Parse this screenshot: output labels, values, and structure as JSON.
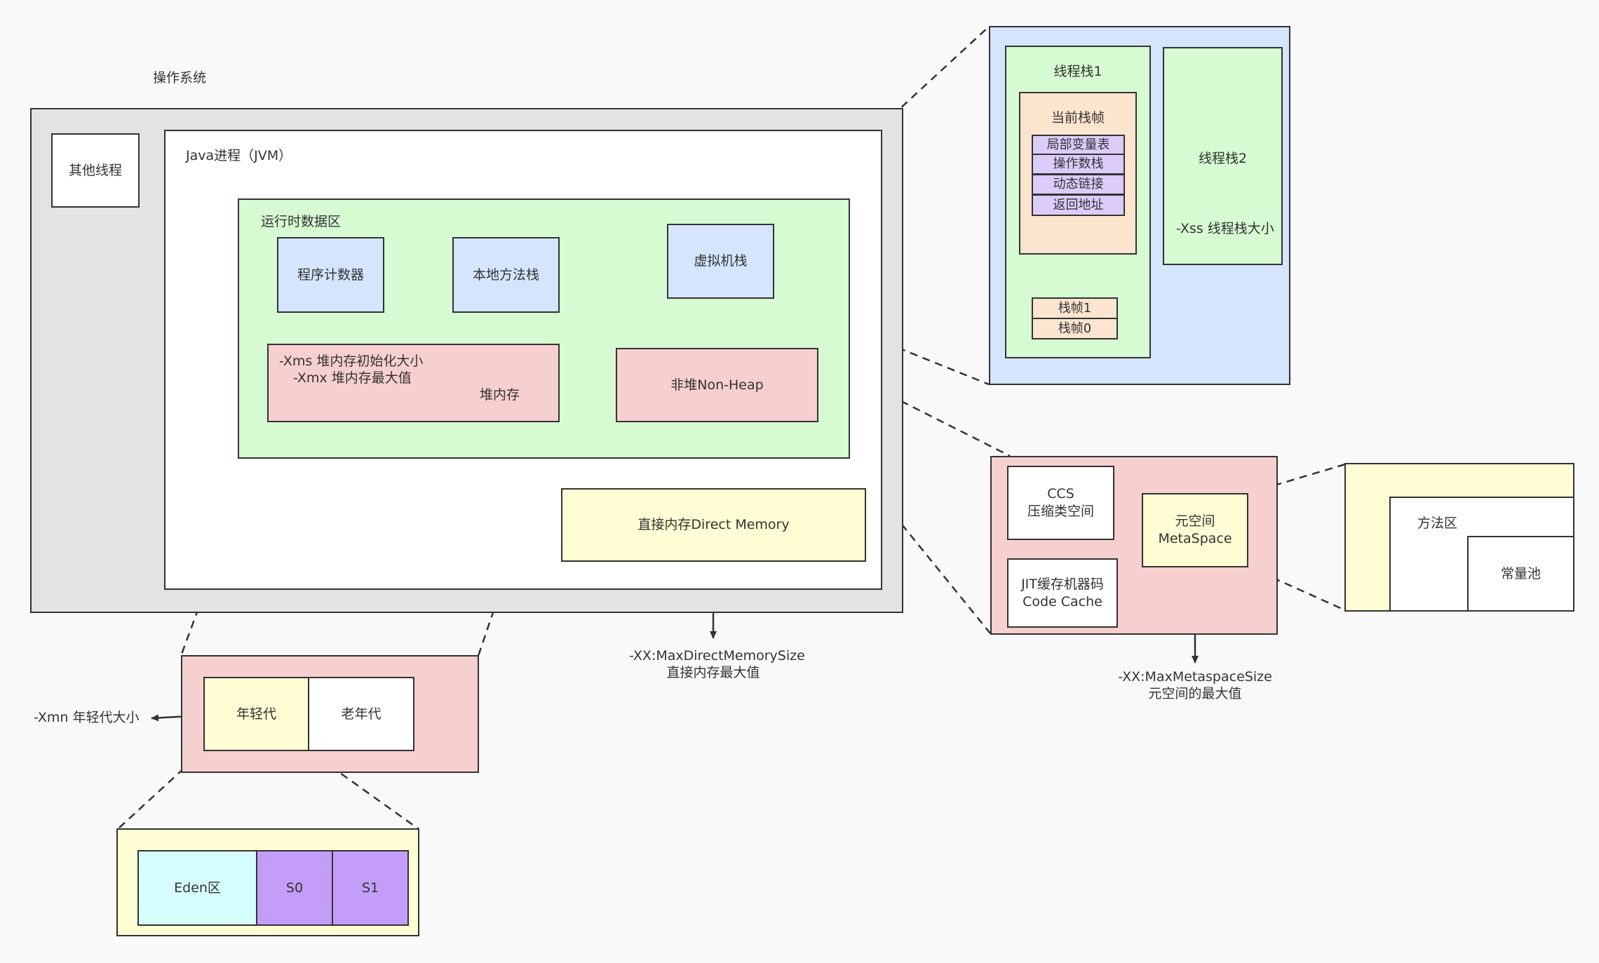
{
  "os": {
    "title": "操作系统"
  },
  "other_thread": {
    "label": "其他线程"
  },
  "jvm": {
    "title": "Java进程（JVM）"
  },
  "runtime": {
    "title": "运行时数据区",
    "pc": "程序计数器",
    "native_stack": "本地方法栈",
    "vm_stack": "虚拟机栈",
    "heap": {
      "line1": "-Xms 堆内存初始化大小",
      "line2": "-Xmx 堆内存最大值",
      "name": "堆内存"
    },
    "non_heap": "非堆Non-Heap"
  },
  "direct_memory": {
    "label": "直接内存Direct Memory",
    "param": "-XX:MaxDirectMemorySize",
    "param_desc": "直接内存最大值"
  },
  "thread_stacks": {
    "stack1": "线程栈1",
    "stack2": "线程栈2",
    "current_frame": "当前栈帧",
    "frame_items": [
      "局部变量表",
      "操作数栈",
      "动态链接",
      "返回地址"
    ],
    "frames": [
      "栈帧1",
      "栈帧0"
    ],
    "xss": "-Xss 线程栈大小"
  },
  "non_heap_detail": {
    "ccs_line1": "CCS",
    "ccs_line2": "压缩类空间",
    "jit_line1": "JIT缓存机器码",
    "jit_line2": "Code Cache",
    "meta_line1": "元空间",
    "meta_line2": "MetaSpace",
    "param": "-XX:MaxMetaspaceSize",
    "param_desc": "元空间的最大值"
  },
  "metaspace_detail": {
    "method_area": "方法区",
    "constant_pool": "常量池"
  },
  "heap_detail": {
    "young": "年轻代",
    "old": "老年代",
    "xmn": "-Xmn 年轻代大小",
    "eden": "Eden区",
    "s0": "S0",
    "s1": "S1"
  },
  "colors": {
    "os_bg": "#e3e3e3",
    "runtime_bg": "#d6fad2",
    "blue_box": "#d4e5fd",
    "pink_box": "#f6cfcf",
    "yellow_box": "#fefdd3",
    "frame_orange": "#fbe5cf",
    "frame_purple": "#dcccfa",
    "eden_cyan": "#d6fdfd",
    "survivor_purple": "#c39df7"
  }
}
